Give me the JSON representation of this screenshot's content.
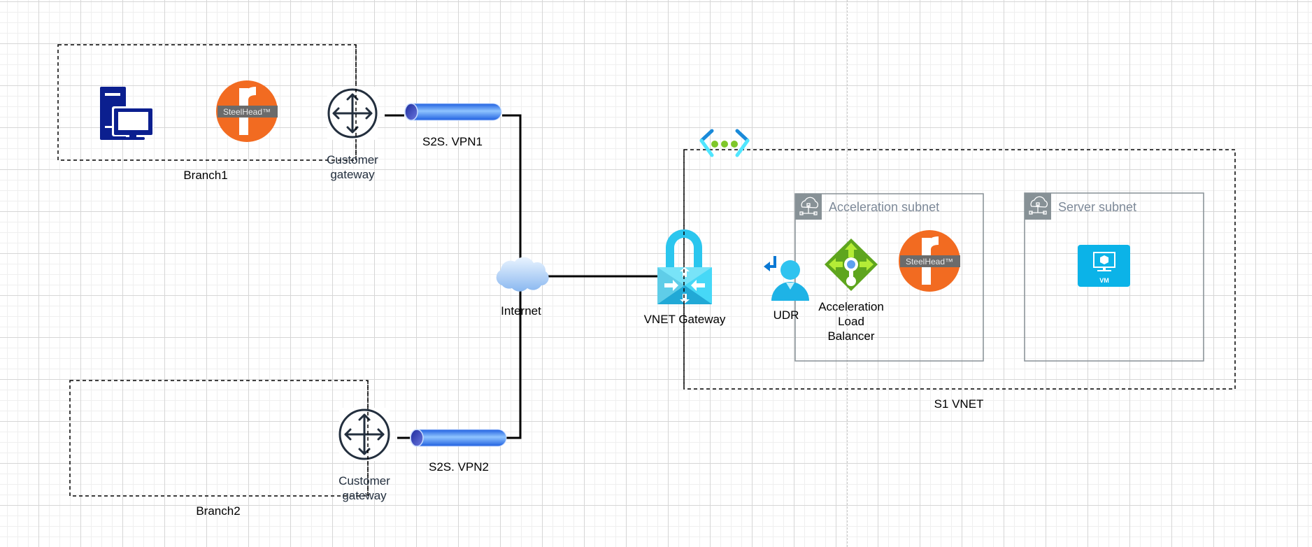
{
  "diagram": {
    "branches": [
      {
        "id": "branch1",
        "label": "Branch1",
        "devices": [
          "workstation",
          "steelhead"
        ],
        "gateway_label": [
          "Customer",
          "gateway"
        ]
      },
      {
        "id": "branch2",
        "label": "Branch2",
        "devices": [],
        "gateway_label": [
          "Customer",
          "gateway"
        ]
      }
    ],
    "tunnels": [
      {
        "id": "vpn1",
        "label": "S2S. VPN1"
      },
      {
        "id": "vpn2",
        "label": "S2S. VPN2"
      }
    ],
    "internet": {
      "label": "Internet"
    },
    "vnet_gateway": {
      "label": "VNET Gateway"
    },
    "vnet": {
      "label": "S1 VNET"
    },
    "udr": {
      "label": "UDR"
    },
    "subnets": [
      {
        "id": "acceleration",
        "title": "Acceleration subnet",
        "load_balancer_label": [
          "Acceleration",
          "Load",
          "Balancer"
        ],
        "steelhead_text": "SteelHead™"
      },
      {
        "id": "server",
        "title": "Server subnet",
        "vm_label": "VM"
      }
    ],
    "steelhead_text": "SteelHead™",
    "colors": {
      "steelhead_orange": "#f26b21",
      "steelhead_band": "#6b6b6b",
      "router_stroke": "#232f3e",
      "workstation_blue": "#0b1f8f",
      "tunnel_blue": "#2f7fe8",
      "azure_cyan": "#29c5ef",
      "lb_green": "#5ea51e",
      "vm_blue": "#0bb3e8",
      "subnet_gray": "#879196"
    }
  }
}
